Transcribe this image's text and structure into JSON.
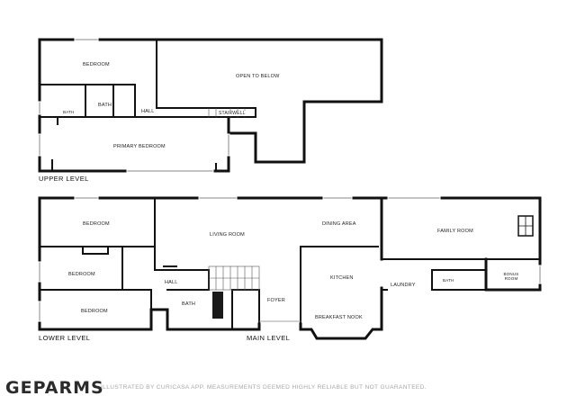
{
  "levels": {
    "upper": "UPPER LEVEL",
    "lower": "LOWER LEVEL",
    "main": "MAIN LEVEL"
  },
  "rooms": {
    "upper_bedroom": "BEDROOM",
    "open_to_below": "OPEN TO BELOW",
    "upper_bath_small": "BATH",
    "upper_bath": "BATH",
    "upper_hall": "HALL",
    "stairwell": "STAIRWELL",
    "primary_bedroom": "PRIMARY BEDROOM",
    "lower_bedroom_1": "BEDROOM",
    "lower_bedroom_2": "BEDROOM",
    "lower_bedroom_3": "BEDROOM",
    "lower_hall": "HALL",
    "lower_bath": "BATH",
    "living_room": "LIVING ROOM",
    "dining_area": "DINING AREA",
    "family_room": "FAMILY ROOM",
    "kitchen": "KITCHEN",
    "foyer": "FOYER",
    "breakfast_nook": "BREAKFAST NOOK",
    "laundry": "LAUNDRY",
    "main_bath": "BATH",
    "bonus_room": "BONUS ROOM"
  },
  "footer": {
    "logo": "GEPARMS",
    "disclaimer": "ILLUSTRATED BY CURICASA APP. MEASUREMENTS DEEMED HIGHLY RELIABLE BUT NOT GUARANTEED."
  },
  "colors": {
    "wall": "#111111",
    "background": "#ffffff",
    "disclaimer": "#a8a8a8"
  }
}
